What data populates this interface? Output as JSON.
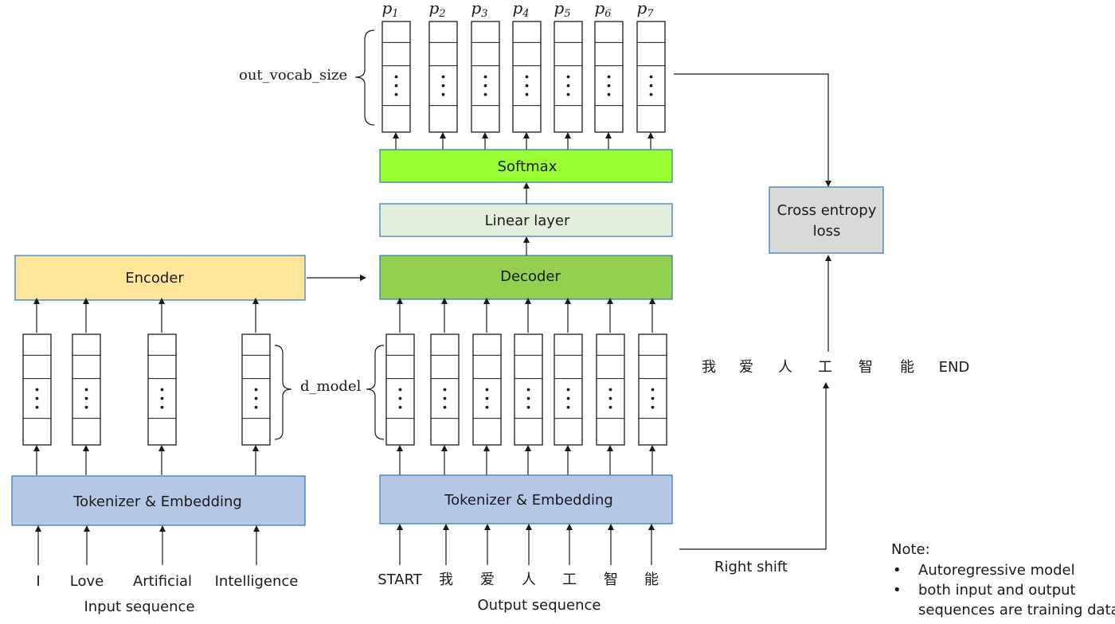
{
  "output_probs": [
    "p",
    "p",
    "p",
    "p",
    "p",
    "p",
    "p"
  ],
  "output_probs_sub": [
    "1",
    "2",
    "3",
    "4",
    "5",
    "6",
    "7"
  ],
  "out_vocab_label": "out_vocab_size",
  "d_model_label": "d_model",
  "softmax_label": "Softmax",
  "linear_label": "Linear layer",
  "decoder_label": "Decoder",
  "encoder_label": "Encoder",
  "loss_label_line1": "Cross entropy",
  "loss_label_line2": "loss",
  "tokenizer_enc_label": "Tokenizer & Embedding",
  "tokenizer_dec_label": "Tokenizer & Embedding",
  "input_tokens": [
    "I",
    "Love",
    "Artificial",
    "Intelligence"
  ],
  "input_caption": "Input sequence",
  "output_tokens": [
    "START",
    "我",
    "爱",
    "人",
    "工",
    "智",
    "能"
  ],
  "output_caption": "Output sequence",
  "target_tokens": [
    "我",
    "爱",
    "人",
    "工",
    "智",
    "能",
    "END"
  ],
  "right_shift_label": "Right shift",
  "note": {
    "title": "Note:",
    "items": [
      "Autoregressive model",
      "both input and output",
      "sequences are training data"
    ]
  },
  "colors": {
    "encoder": "#ffe699",
    "decoder": "#92d050",
    "softmax": "#99ff33",
    "linear": "#e2efda",
    "tokenizer": "#b4c7e7",
    "loss": "#d9d9d9",
    "border": "#2e75b6"
  }
}
